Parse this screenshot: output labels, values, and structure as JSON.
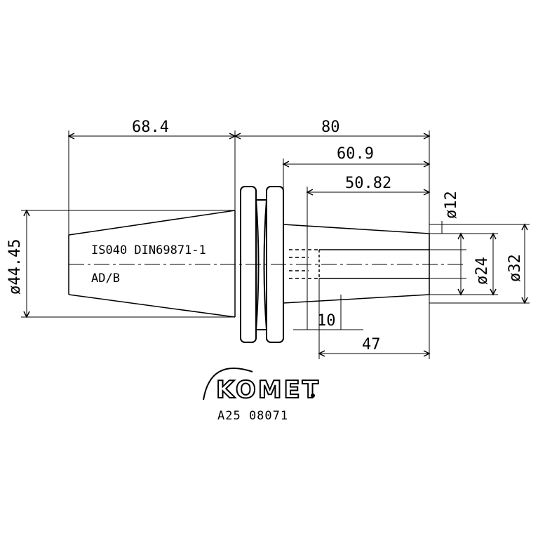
{
  "dimensions": {
    "taper_length": "68.4",
    "overall_length": "80",
    "shank_length": "60.9",
    "bore_length": "50.82",
    "bore_diameter": "ø12",
    "taper_diameter": "ø44.45",
    "inner_diameter": "ø24",
    "shank_diameter": "ø32",
    "offset_10": "10",
    "length_47": "47"
  },
  "annotations": {
    "standard": "IS040 DIN69871-1",
    "form": "AD/B"
  },
  "brand": {
    "logo": "KOMET",
    "part_code": "A25 08071"
  },
  "colors": {
    "line": "#000000",
    "background": "#ffffff"
  }
}
